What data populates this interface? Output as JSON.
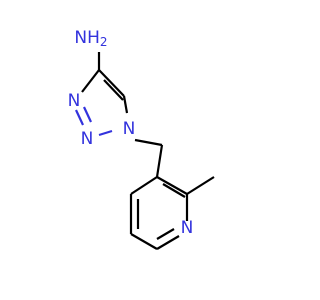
{
  "molecule": {
    "atoms": {
      "amine": "NH2",
      "triazole_n1": "N",
      "triazole_n2": "N",
      "triazole_n3": "N",
      "pyridine_n": "N"
    },
    "colors": {
      "bond": "#000000",
      "heteroatom": "#3333dd",
      "background": "#ffffff"
    }
  }
}
